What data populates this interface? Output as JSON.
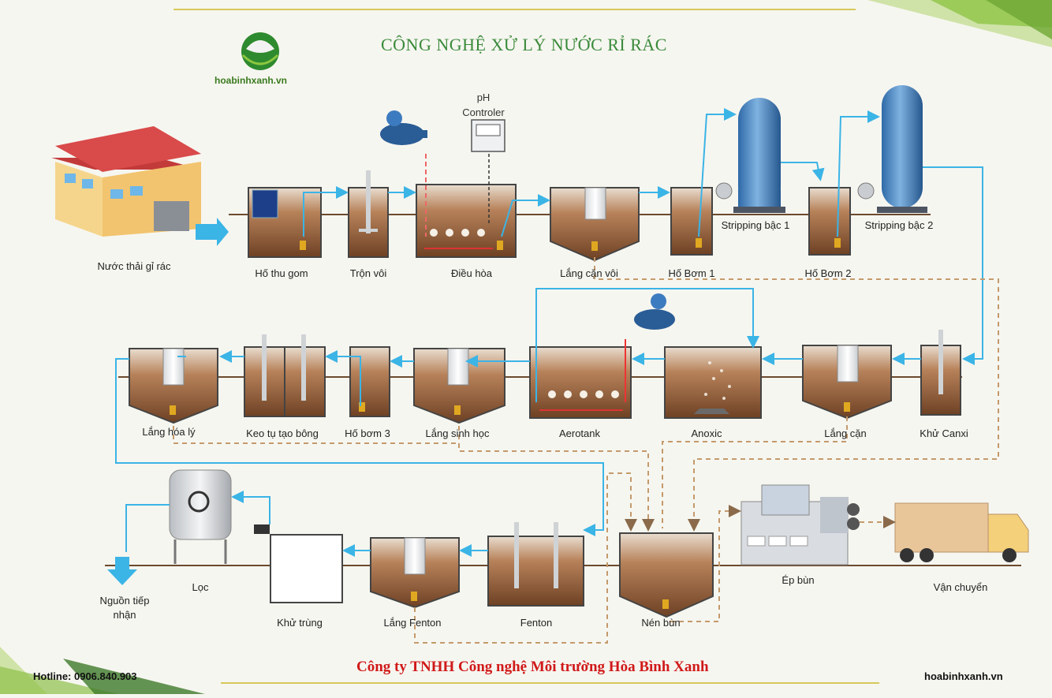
{
  "header": {
    "title": "CÔNG NGHỆ XỬ LÝ NƯỚC RỈ RÁC",
    "logo_text": "hoabinhxanh.vn"
  },
  "controller": {
    "line1": "pH",
    "line2": "Controler"
  },
  "stages": {
    "source": "Nước thải gỉ rác",
    "ho_thu_gom": "Hố thu gom",
    "tron_voi": "Trộn vôi",
    "dieu_hoa": "Điều hòa",
    "lang_can_voi": "Lắng cặn vôi",
    "ho_bom_1": "Hố Bơm 1",
    "stripping_1": "Stripping bậc 1",
    "ho_bom_2": "Hố Bơm 2",
    "stripping_2": "Stripping bậc 2",
    "khu_canxi": "Khử Canxi",
    "lang_can": "Lắng cặn",
    "anoxic": "Anoxic",
    "aerotank": "Aerotank",
    "lang_sinh_hoc": "Lắng sinh học",
    "ho_bom_3": "Hố bơm 3",
    "keo_tu": "Keo tụ tạo bông",
    "lang_hoa_ly": "Lắng hóa lý",
    "nguon_tiep_nhan_1": "Nguồn tiếp",
    "nguon_tiep_nhan_2": "nhận",
    "loc": "Lọc",
    "khu_trung": "Khử trùng",
    "lang_fenton": "Lắng Fenton",
    "fenton": "Fenton",
    "nen_bun": "Nén bùn",
    "ep_bun": "Ép bùn",
    "van_chuyen": "Vận chuyển"
  },
  "footer": {
    "company": "Công ty TNHH Công nghệ Môi trường Hòa Bình Xanh",
    "hotline": "Hotline: 0906.840.903",
    "website": "hoabinhxanh.vn"
  },
  "colors": {
    "water_flow": "#3bb4e6",
    "sludge_flow": "#c49a6c",
    "tank_fill": "#8a5a34",
    "title_green": "#3a8a3a",
    "company_red": "#d01919"
  }
}
